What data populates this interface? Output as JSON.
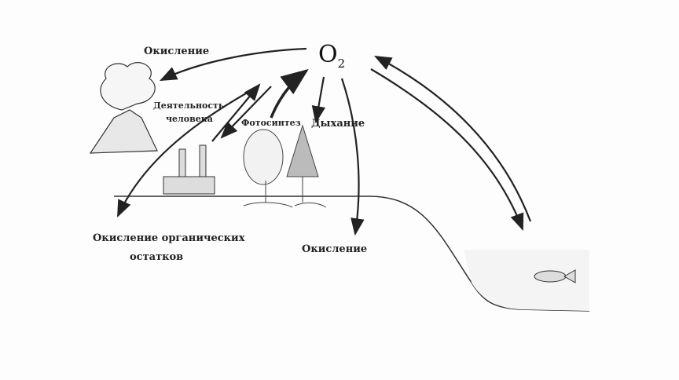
{
  "diagram": {
    "center": {
      "symbol": "O",
      "subscript": "2"
    },
    "labels": {
      "oxidation_top": "Окисление",
      "human_activity_1": "Деятельность",
      "human_activity_2": "человека",
      "photosynthesis": "Фотосинтез",
      "respiration": "Дыхание",
      "organic_oxidation_1": "Окисление органических",
      "organic_oxidation_2": "остатков",
      "oxidation_bottom": "Окисление"
    }
  }
}
